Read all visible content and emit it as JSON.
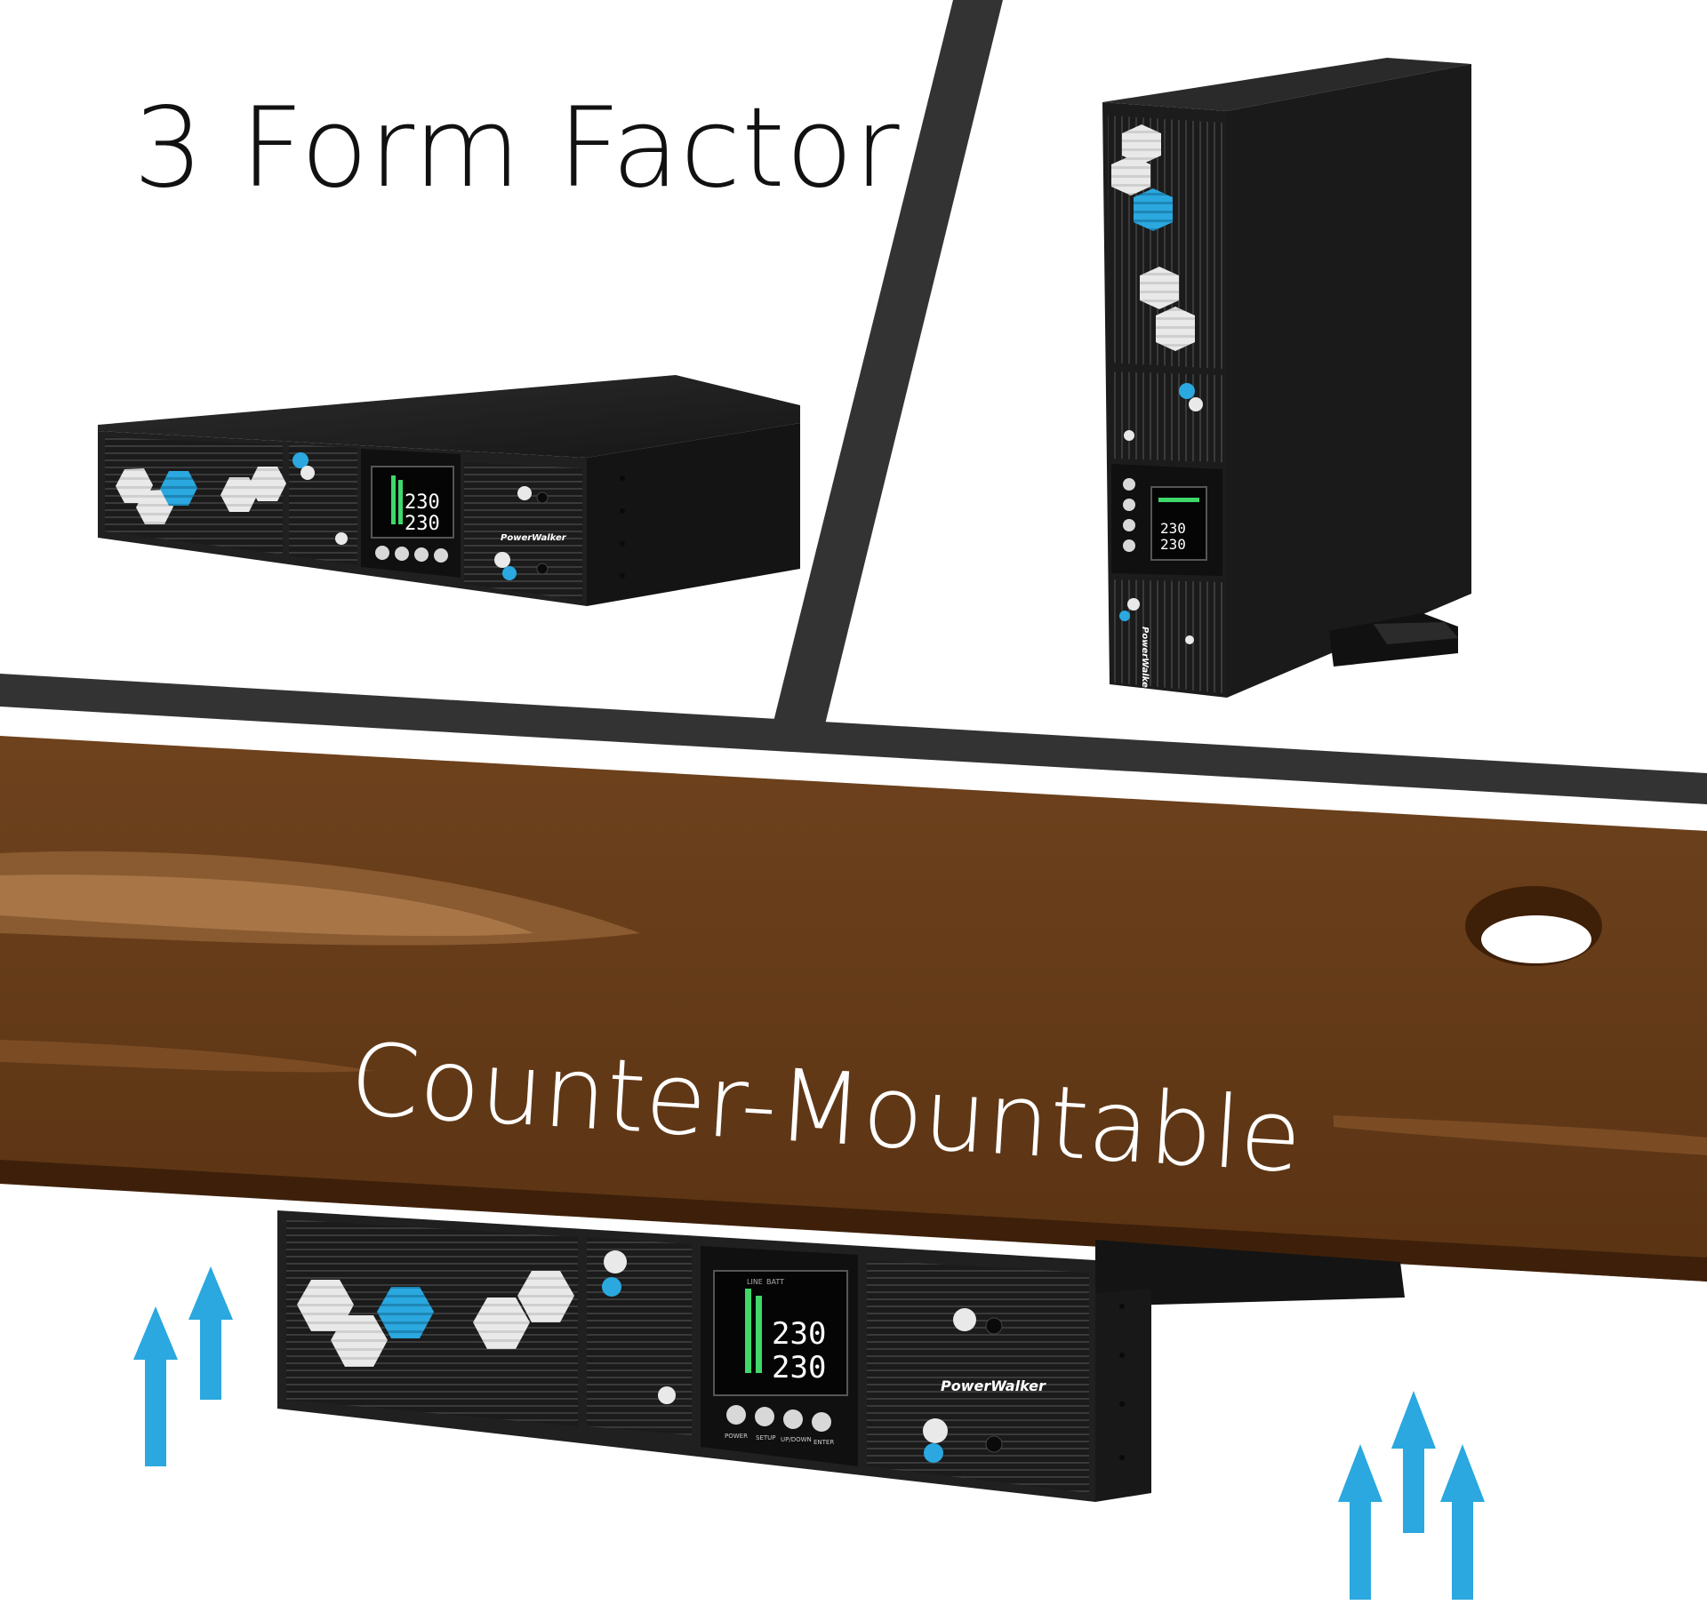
{
  "headline_top": "3 Form Factor",
  "headline_bottom": "Counter-Mountable",
  "brand": "PowerWalker",
  "lcd_readout": [
    "230",
    "230"
  ],
  "lcd_indicators": [
    "LINE",
    "BATT"
  ],
  "front_buttons": [
    "POWER",
    "SETUP",
    "UP/DOWN",
    "ENTER"
  ],
  "colors": {
    "accent_blue": "#2aa8df",
    "wood_dark": "#5c3414",
    "wood_mid": "#6b3f1b",
    "wood_light": "#9a6a40",
    "divider": "#333333",
    "device_body": "#222222",
    "lcd_green": "#3fd86a"
  },
  "icons": [
    "up-arrow-icon",
    "hexagon-pattern-icon",
    "power-logo-icon"
  ]
}
